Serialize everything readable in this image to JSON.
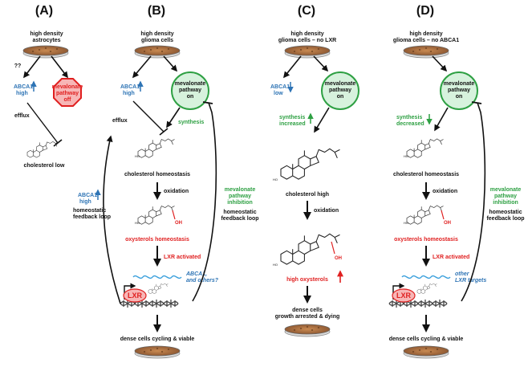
{
  "labels": {
    "ho": "HO",
    "oh": "OH",
    "lxr": "LXR"
  },
  "colors": {
    "text": "#111111",
    "abca1_blue": "#2e74b5",
    "mevalonate_green": "#2ea043",
    "mevalonate_fill": "#d7f2dd",
    "oxysterol_red": "#e02020",
    "stop_fill": "#f7b6b6",
    "mrna_blue": "#3a9fdc"
  },
  "icons": [
    "petri-dish-icon",
    "stop-octagon-icon",
    "sterol-molecule-icon",
    "mrna-ribbon-icon",
    "dna-helix-icon",
    "up-arrow-icon",
    "down-arrow-icon"
  ],
  "panels": [
    {
      "label": "(A)",
      "title_lines": [
        "high density",
        "astrocytes"
      ],
      "unknown_mark": "??",
      "abca1": {
        "name": "ABCA1",
        "level": "high",
        "direction": "up"
      },
      "mevalonate": {
        "lines": [
          "mevalonate",
          "pathway",
          "off"
        ]
      },
      "efflux": "efflux",
      "cholesterol": "cholesterol low"
    },
    {
      "label": "(B)",
      "title_lines": [
        "high density",
        "glioma cells"
      ],
      "abca1": {
        "name": "ABCA1",
        "level": "high",
        "direction": "up"
      },
      "mevalonate": {
        "lines": [
          "mevalonate",
          "pathway",
          "on"
        ]
      },
      "efflux": "efflux",
      "synthesis": "synthesis",
      "cholesterol": "cholesterol homeostasis",
      "oxidation": "oxidation",
      "oxysterols": "oxysterols homeostasis",
      "lxr_activated": "LXR activated",
      "targets": [
        "ABCA1,",
        "and others?"
      ],
      "outcome": "dense cells cycling & viable",
      "feedback_left": [
        "ABCA1",
        "high",
        "homeostatic",
        "feedback loop"
      ],
      "feedback_right": [
        "mevalonate",
        "pathway",
        "inhibition",
        "homeostatic",
        "feedback loop"
      ]
    },
    {
      "label": "(C)",
      "title_lines": [
        "high density",
        "glioma cells – no LXR"
      ],
      "abca1": {
        "name": "ABCA1",
        "level": "low",
        "direction": "down"
      },
      "mevalonate": {
        "lines": [
          "mevalonate",
          "pathway",
          "on"
        ]
      },
      "synthesis": [
        "synthesis",
        "increased"
      ],
      "cholesterol": "cholesterol high",
      "oxidation": "oxidation",
      "oxysterols": "high oxysterols",
      "outcome": [
        "dense cells",
        "growth arrested & dying"
      ]
    },
    {
      "label": "(D)",
      "title_lines": [
        "high density",
        "glioma cells – no ABCA1"
      ],
      "mevalonate": {
        "lines": [
          "mevalonate",
          "pathway",
          "on"
        ]
      },
      "synthesis": [
        "synthesis",
        "decreased"
      ],
      "cholesterol": "cholesterol homeostasis",
      "oxidation": "oxidation",
      "oxysterols": "oxysterols homeostasis",
      "lxr_activated": "LXR activated",
      "targets": [
        "other",
        "LXR targets"
      ],
      "outcome": "dense cells cycling & viable",
      "feedback_right": [
        "mevalonate",
        "pathway",
        "inhibition",
        "homeostatic",
        "feedback loop"
      ]
    }
  ]
}
